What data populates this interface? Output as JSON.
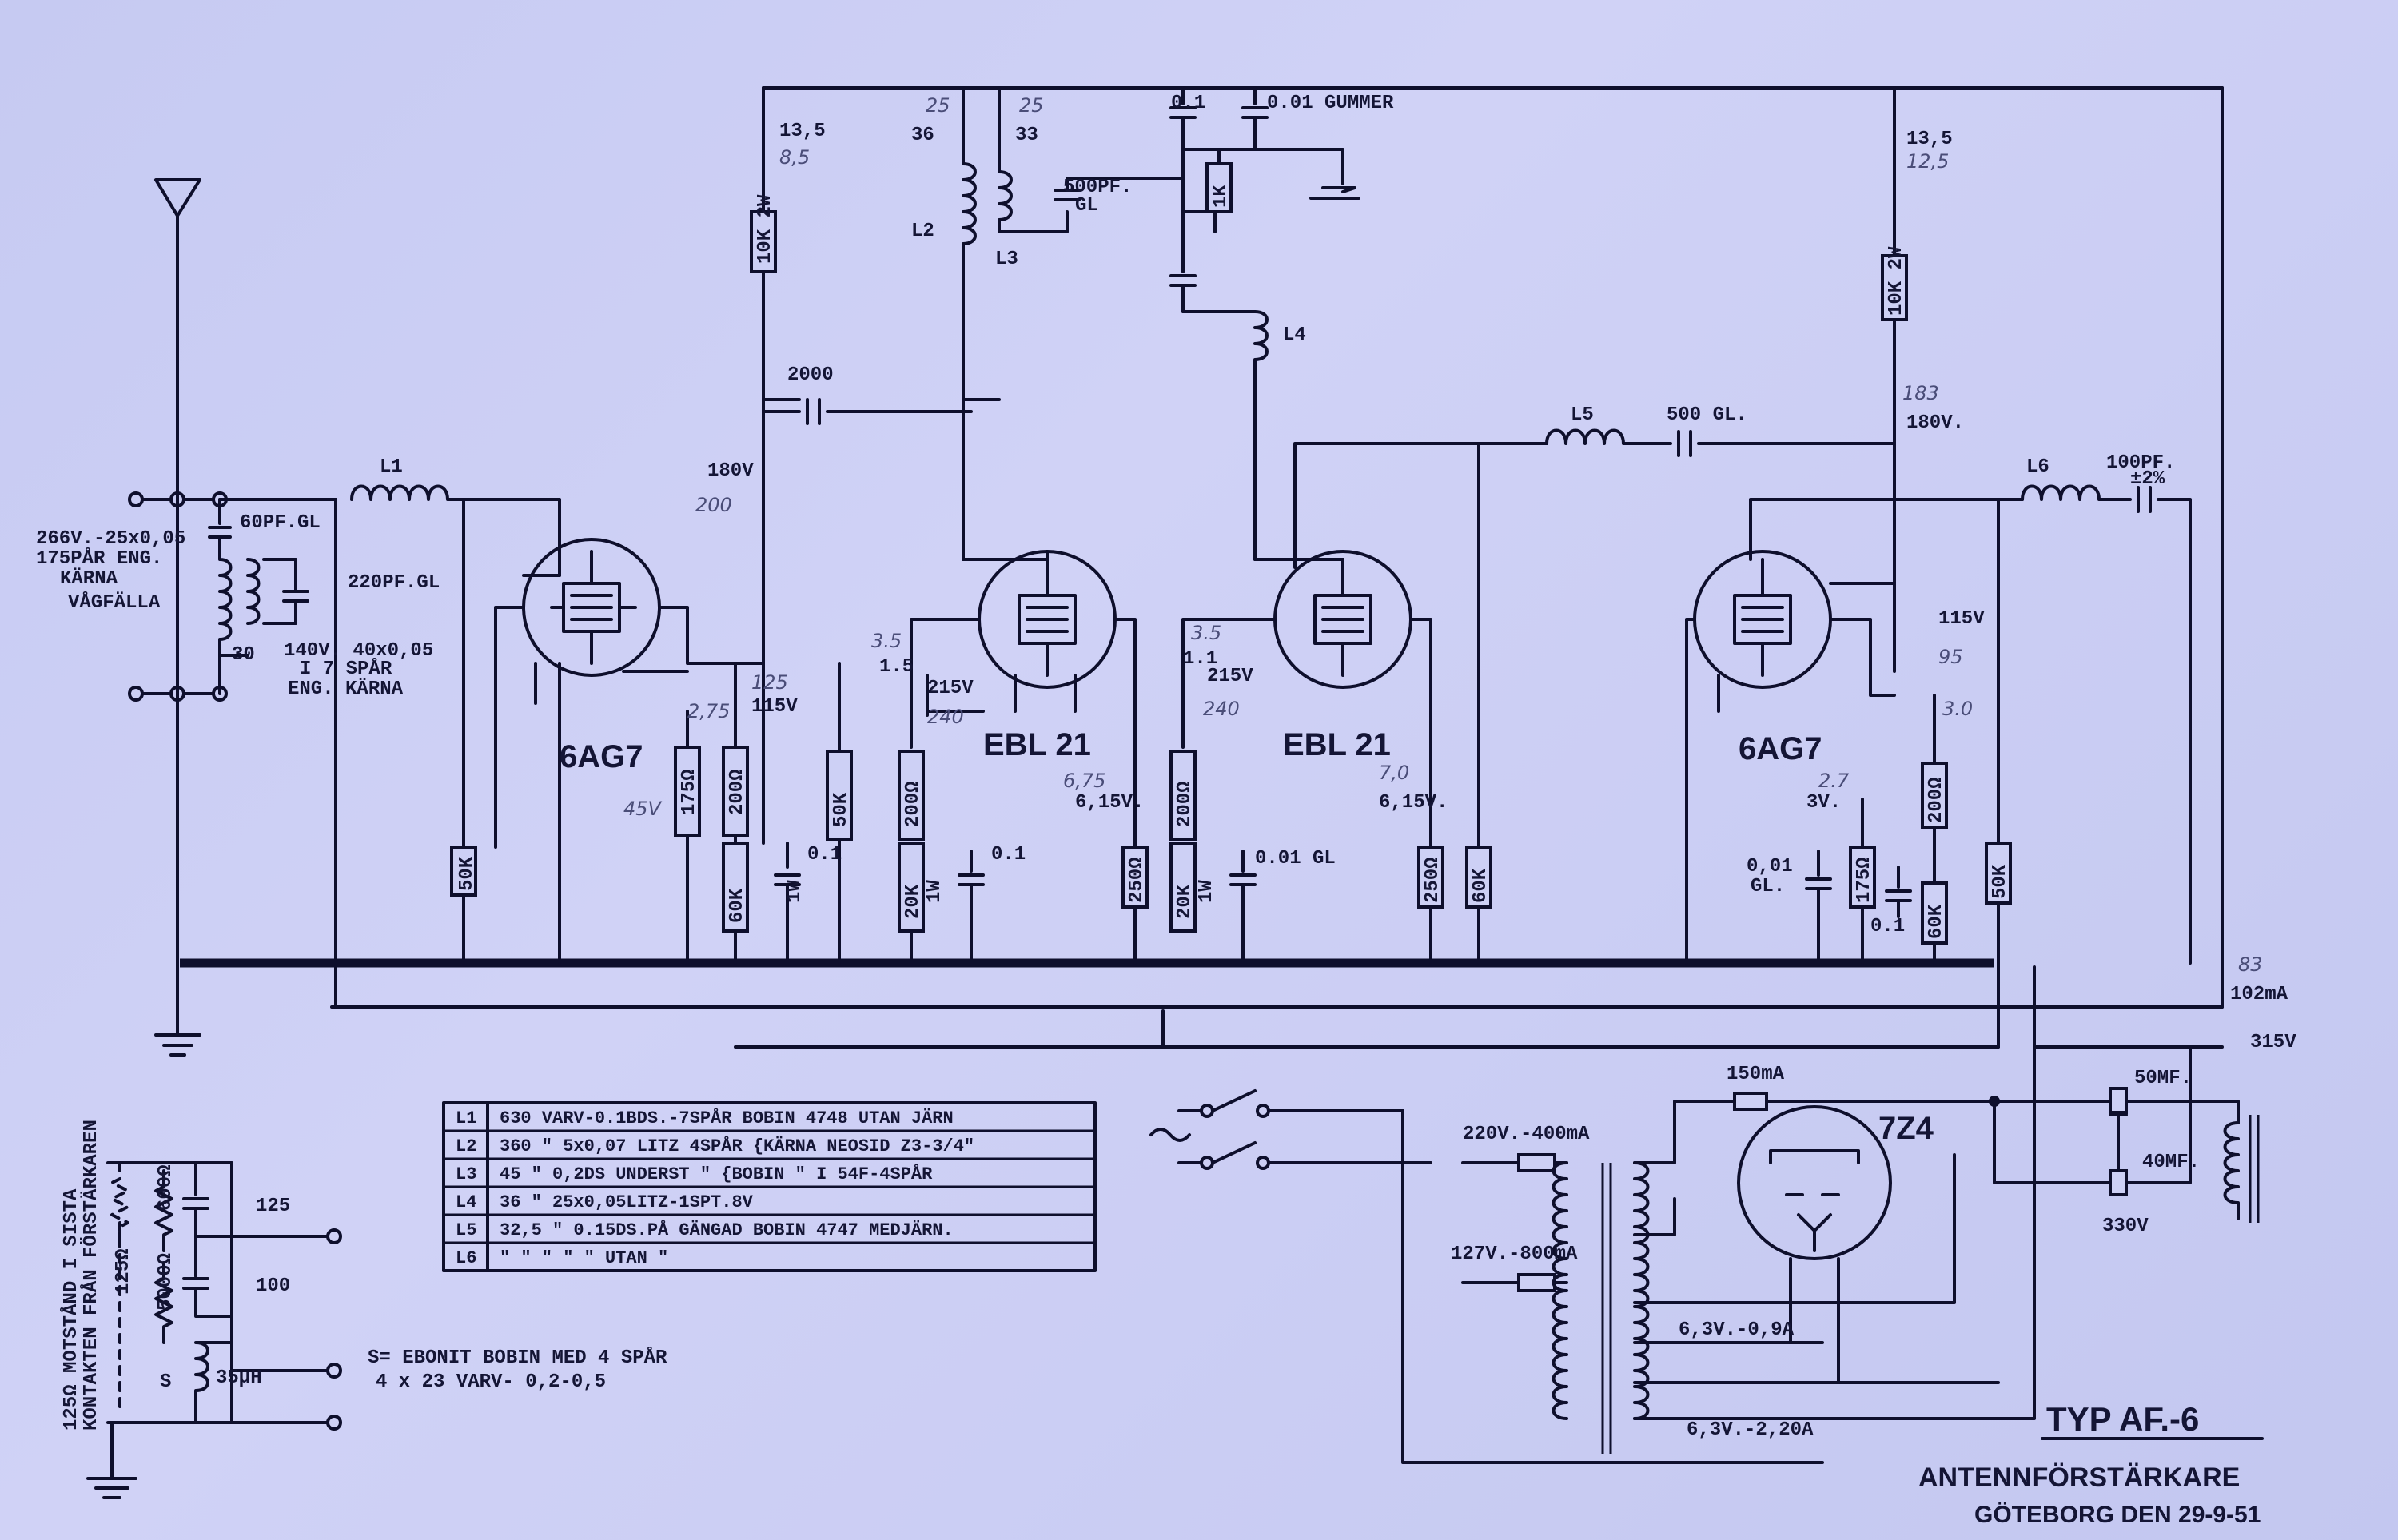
{
  "title": "TYP AF.-6",
  "subtitle": "ANTENNFÖRSTÄRKARE",
  "date_line": "GÖTEBORG DEN 29-9-51",
  "tubes": [
    "6AG7",
    "EBL 21",
    "EBL 21",
    "6AG7",
    "7Z4"
  ],
  "labels": {
    "L1": "L1",
    "L2": "L2",
    "L3": "L3",
    "L4": "L4",
    "L5": "L5",
    "L6": "L6",
    "c_60pf": "60PF.GL",
    "input_note_1": "266V.-25x0,05",
    "input_note_2": "175PÅR ENG.",
    "input_note_3": "KÄRNA",
    "input_note_4": "VÅGFÄLLA",
    "input_tap": "30",
    "trap_1": "140V. 40x0,05",
    "trap_2": "I 7 SPÅR",
    "trap_3": "ENG. KÄRNA",
    "c_220pf": "220PF.GL",
    "v_180a": "180V",
    "pen_200": "200",
    "v_115a": "115V",
    "pen_125": "125",
    "pen_275": "2,75",
    "pen_45v": "45V",
    "r_10k_2w": "10K 2W",
    "v_135": "13,5",
    "pen_85": "8,5",
    "c_2000": "2000",
    "l2_36": "36",
    "l3_33": "33",
    "pen_25a": "25",
    "pen_25b": "25",
    "c_500pf": "500PF.",
    "gl": "GL",
    "c_01": "0.1",
    "c_001g": "0.01 GUMMER",
    "r_1k": "1K",
    "v_15": "1.5",
    "pen_35a": "3.5",
    "v_215a": "215V",
    "pen_240a": "240",
    "v_615a": "6,15V.",
    "pen_675": "6,75",
    "v_11": "1.1",
    "pen_35b": "3.5",
    "v_215b": "215V",
    "pen_240b": "240",
    "v_615b": "6,15V.",
    "pen_70": "7,0",
    "c_01a": "0.1",
    "c_01b": "0.1",
    "c_001gl": "0.01 GL",
    "r_50k": "50K",
    "r_175": "175Ω",
    "r_200": "200Ω",
    "r_60k": "60K",
    "r_20k": "20K",
    "r_1w": "1W",
    "r_250": "250Ω",
    "c_500gl": "500 GL.",
    "v_135b": "13,5",
    "pen_125b": "12,5",
    "v_180b": "180V.",
    "pen_183": "183",
    "c_100pf": "100PF.",
    "tol": "±2%",
    "v_115b": "115V",
    "pen_95": "95",
    "pen_30": "3.0",
    "pen_27": "2.7",
    "v_3v": "3V.",
    "c_001gl2": "0,01",
    "gl2": "GL.",
    "c_01c": "0.1",
    "pen_83": "83",
    "i_102": "102mA",
    "v_315": "315V",
    "fuse_150": "150mA",
    "fuse_220": "220V.-400mA",
    "fuse_127": "127V.-800mA",
    "c_50mf": "50MF.",
    "c_40mf": "40MF.",
    "v_330": "330V",
    "h1": "6,3V.-0,9A",
    "h2": "6,3V.-2,20A",
    "inset_125": "125",
    "inset_100": "100",
    "inset_35uh": "35μH",
    "inset_s": "S",
    "inset_125ohm": "125Ω",
    "inset_600": "600Ω",
    "inset_5000": "5000Ω",
    "inset_note_1": "125Ω MOTSTÅND I SISTA",
    "inset_note_2": "KONTAKTEN FRÅN FÖRSTÄRKAREN",
    "s_note_1": "S= EBONIT BOBIN MED 4 SPÅR",
    "s_note_2": "4 x 23 VARV- 0,2-0,5"
  },
  "coil_table": [
    {
      "coil": "L1",
      "spec": "630 VARV-0.1BDS.-7SPÅR BOBIN 4748 UTAN JÄRN"
    },
    {
      "coil": "L2",
      "spec": "360 \" 5x0,07 LITZ 4SPÅR {KÄRNA NEOSID Z3-3/4\""
    },
    {
      "coil": "L3",
      "spec": "45 \" 0,2DS UNDERST \" {BOBIN \" I 54F-4SPÅR"
    },
    {
      "coil": "L4",
      "spec": "36 \" 25x0,05LITZ-1SPT.8V"
    },
    {
      "coil": "L5",
      "spec": "32,5 \" 0.15DS.PÅ GÄNGAD BOBIN 4747 MEDJÄRN."
    },
    {
      "coil": "L6",
      "spec": "\" \" \" \" \" UTAN \""
    }
  ]
}
